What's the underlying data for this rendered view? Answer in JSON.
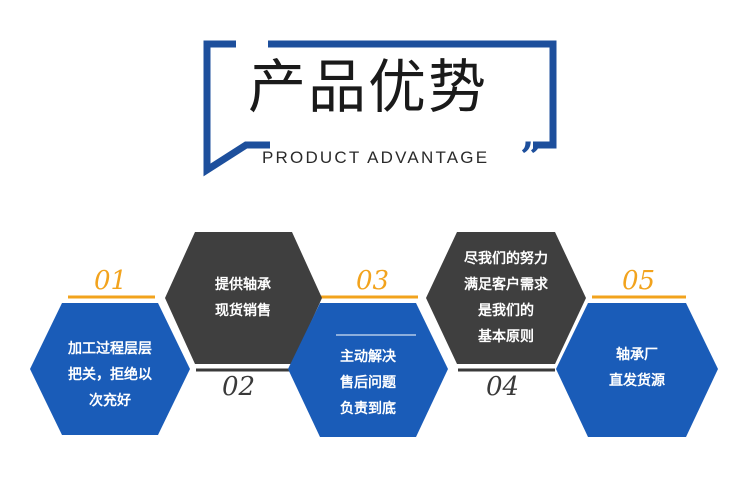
{
  "header": {
    "title": "产品优势",
    "subtitle": "PRODUCT ADVANTAGE",
    "quote_mark": "”"
  },
  "colors": {
    "brand_blue": "#1a5cb8",
    "frame_blue": "#1d4f9c",
    "dark_gray": "#3f3f3f",
    "orange": "#f2a31d"
  },
  "items": [
    {
      "number": "01",
      "lines": [
        "加工过程层层",
        "把关，拒绝以",
        "次充好"
      ]
    },
    {
      "number": "02",
      "lines": [
        "提供轴承",
        "现货销售"
      ]
    },
    {
      "number": "03",
      "lines": [
        "主动解决",
        "售后问题",
        "负责到底"
      ]
    },
    {
      "number": "04",
      "lines": [
        "尽我们的努力",
        "满足客户需求",
        "是我们的",
        "基本原则"
      ]
    },
    {
      "number": "05",
      "lines": [
        "轴承厂",
        "直发货源"
      ]
    }
  ]
}
